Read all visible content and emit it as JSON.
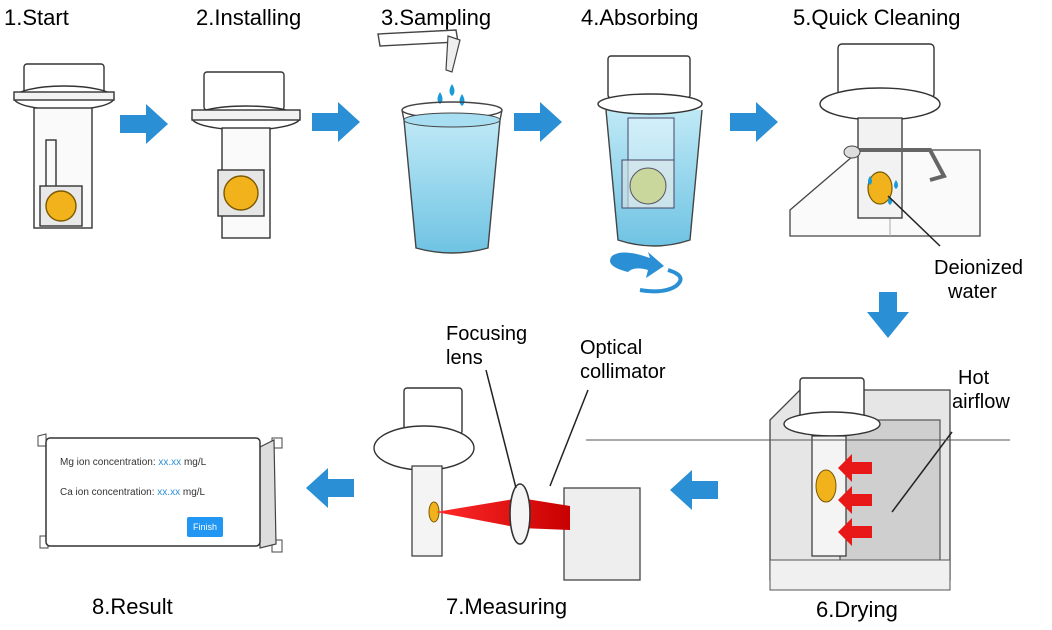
{
  "steps": [
    {
      "label": "1.Start"
    },
    {
      "label": "2.Installing"
    },
    {
      "label": "3.Sampling"
    },
    {
      "label": "4.Absorbing"
    },
    {
      "label": "5.Quick Cleaning"
    },
    {
      "label": "6.Drying"
    },
    {
      "label": "7.Measuring"
    },
    {
      "label": "8.Result"
    }
  ],
  "annotations": {
    "deionized_water": {
      "line1": "Deionized",
      "line2": "water"
    },
    "hot_airflow": {
      "line1": "Hot",
      "line2": "airflow"
    },
    "focusing_lens": {
      "line1": "Focusing",
      "line2": "lens"
    },
    "optical_collimator": {
      "line1": "Optical",
      "line2": "collimator"
    }
  },
  "result_panel": {
    "mg_label": "Mg ion concentration:",
    "ca_label": "Ca  ion concentration:",
    "mg_value": "xx.xx",
    "ca_value": "xx.xx",
    "unit": "mg/L",
    "finish_label": "Finish"
  },
  "colors": {
    "arrow_blue": "#2b8fd6",
    "water_blue": "#8fd3ec",
    "sensor_yellow": "#f2b21c",
    "laser_red": "#e81818",
    "button_blue": "#2196f3"
  }
}
